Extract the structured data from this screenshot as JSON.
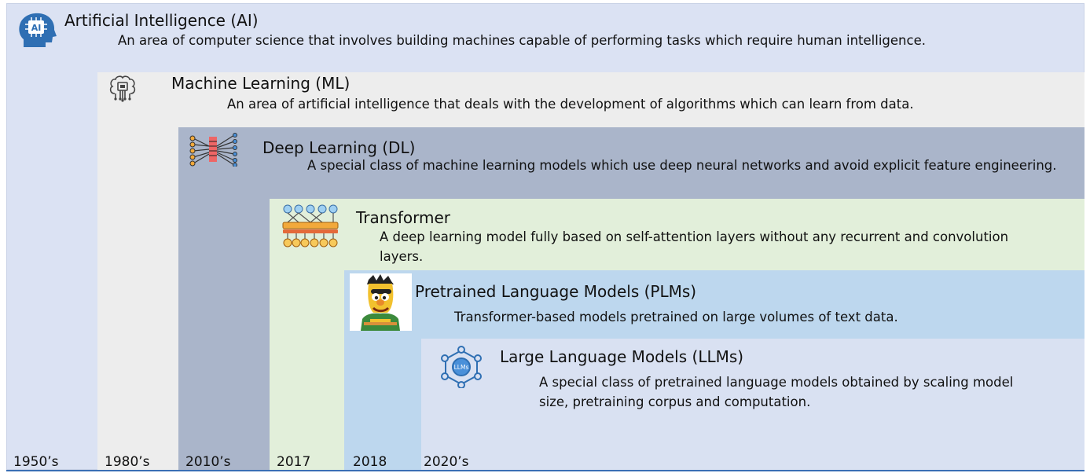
{
  "layers": [
    {
      "key": "ai",
      "title": "Artificial Intelligence (AI)",
      "description": "An area of computer science that involves building machines capable of performing tasks which require human intelligence.",
      "icon": "ai-head-icon",
      "color": "#dbe2f3",
      "year": "1950’s"
    },
    {
      "key": "ml",
      "title": "Machine Learning (ML)",
      "description": "An area of artificial intelligence that deals with the development of algorithms  which can learn from data.",
      "icon": "brain-chip-icon",
      "color": "#ededed",
      "year": "1980’s"
    },
    {
      "key": "dl",
      "title": "Deep Learning (DL)",
      "description": "A special class of machine learning models which use deep neural networks and avoid explicit feature engineering.",
      "icon": "neural-network-icon",
      "color": "#aab5ca",
      "year": "2010’s"
    },
    {
      "key": "tf",
      "title": "Transformer",
      "description": "A deep learning model fully based on self-attention layers without any recurrent and convolution layers.",
      "icon": "transformer-icon",
      "color": "#e2efda",
      "year": "2017"
    },
    {
      "key": "plm",
      "title": "Pretrained Language Models (PLMs)",
      "description": "Transformer-based models pretrained on large volumes of text data.",
      "icon": "bert-character-icon",
      "color": "#bdd7ee",
      "year": "2018"
    },
    {
      "key": "llm",
      "title": "Large Language Models (LLMs)",
      "description": "A special class of pretrained language models obtained by scaling model size, pretraining corpus and computation.",
      "icon": "llm-network-icon",
      "icon_text": "LLMs",
      "color": "#d9e1f2",
      "year": "2020’s"
    }
  ]
}
